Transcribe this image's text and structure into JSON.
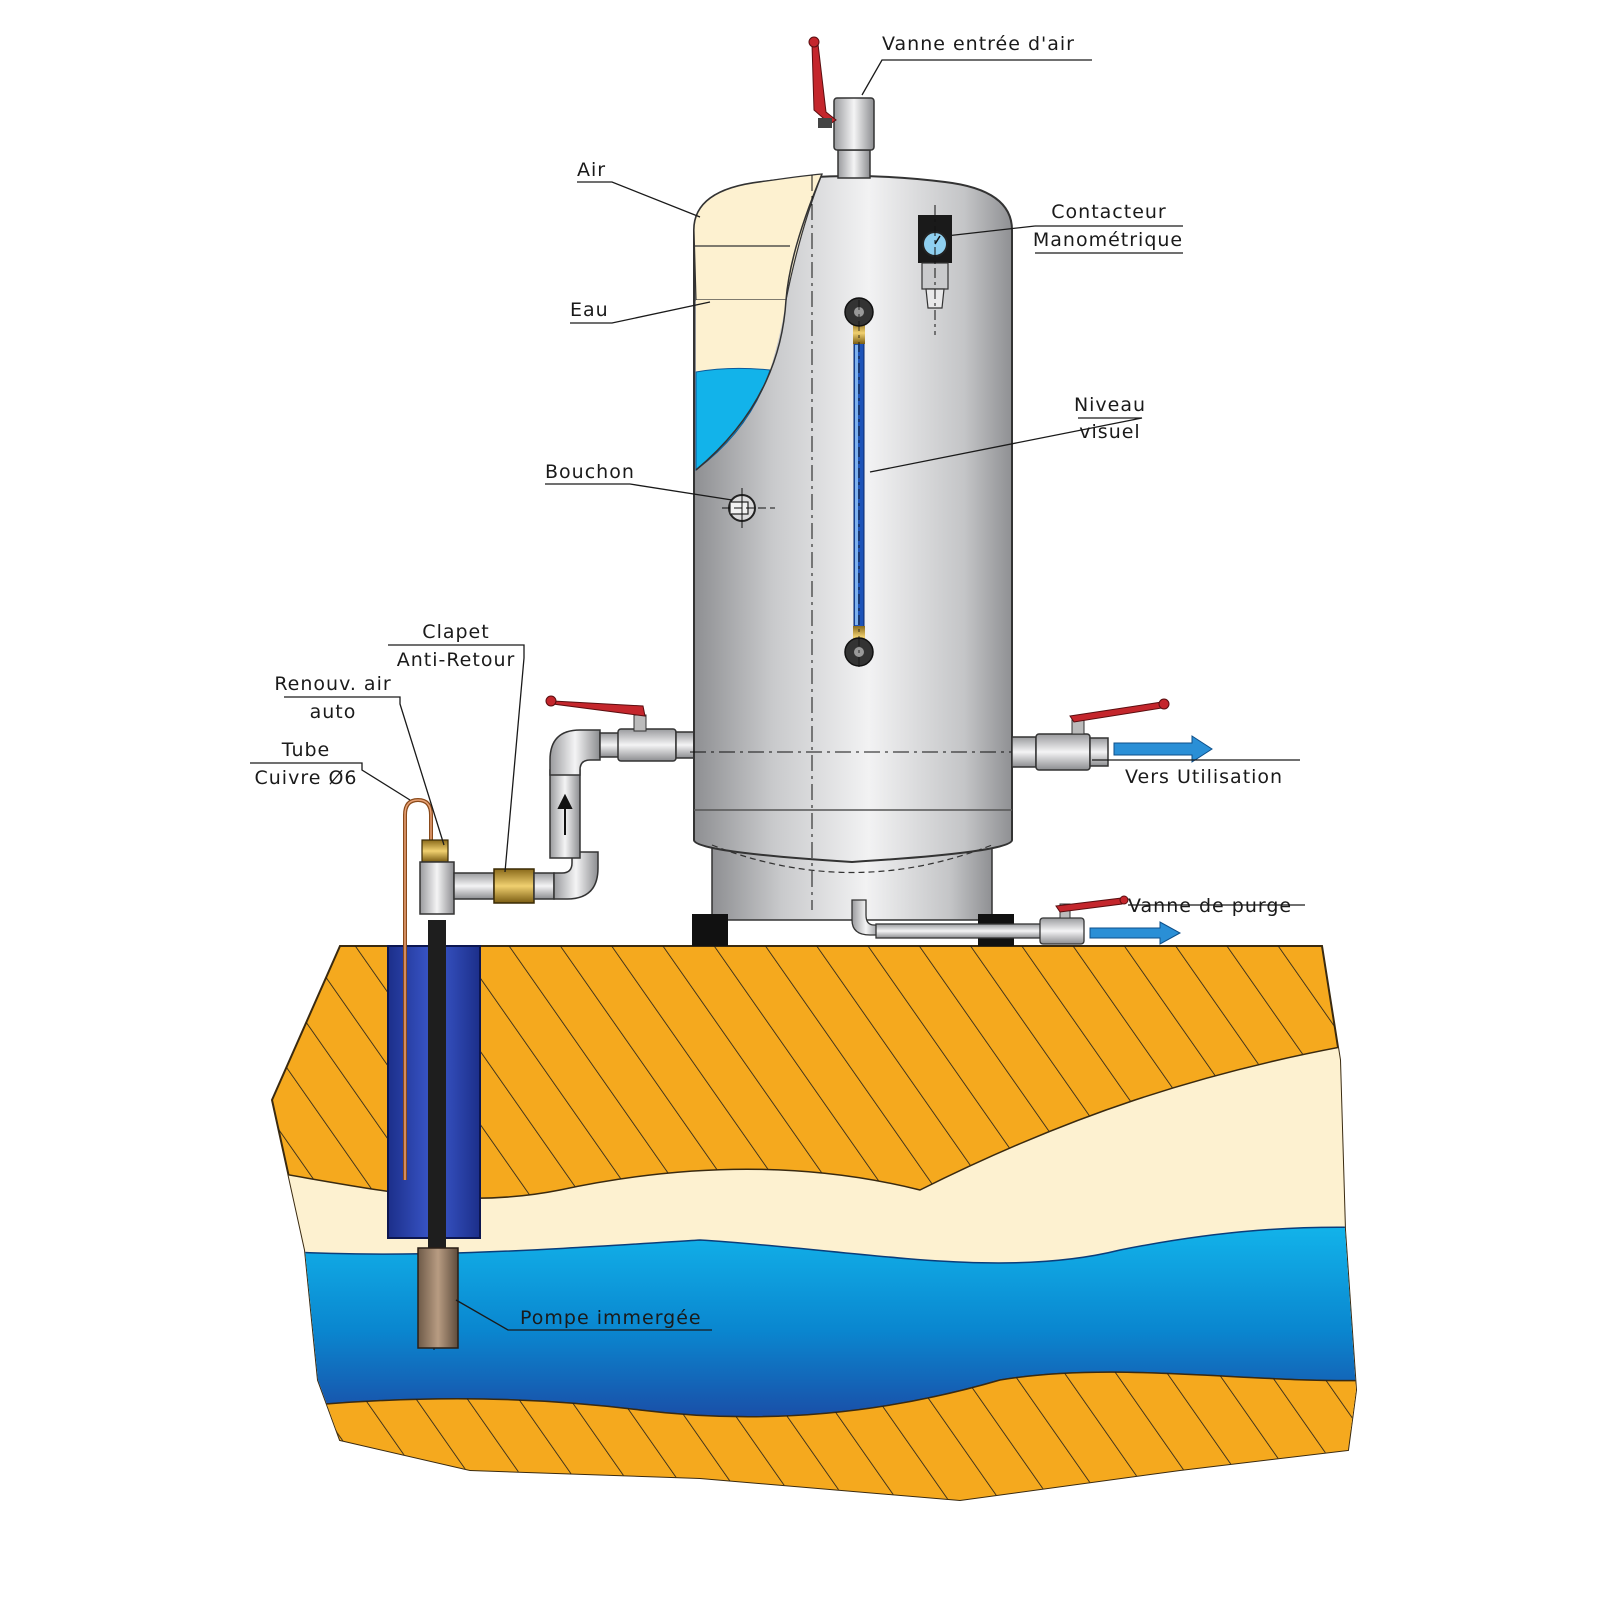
{
  "labels": {
    "vanne_entree_air": "Vanne entrée d'air",
    "air": "Air",
    "contacteur_1": "Contacteur",
    "contacteur_2": "Manométrique",
    "eau": "Eau",
    "niveau_1": "Niveau",
    "niveau_2": "visuel",
    "bouchon": "Bouchon",
    "clapet_1": "Clapet",
    "clapet_2": "Anti-Retour",
    "renouv_1": "Renouv. air",
    "renouv_2": "auto",
    "tube_1": "Tube",
    "tube_2": "Cuivre Ø6",
    "vers_utilisation": "Vers Utilisation",
    "vanne_purge": "Vanne de purge",
    "pompe": "Pompe immergée"
  },
  "colors": {
    "ground": "#f5a91e",
    "sand": "#fdf1d0",
    "water": "#0aa5dd",
    "water_deep": "#1a56b0",
    "steel": "#c9cacc",
    "valve_handle": "#c4262c",
    "casing": "#2c47b8",
    "arrow": "#2a8fd6"
  }
}
